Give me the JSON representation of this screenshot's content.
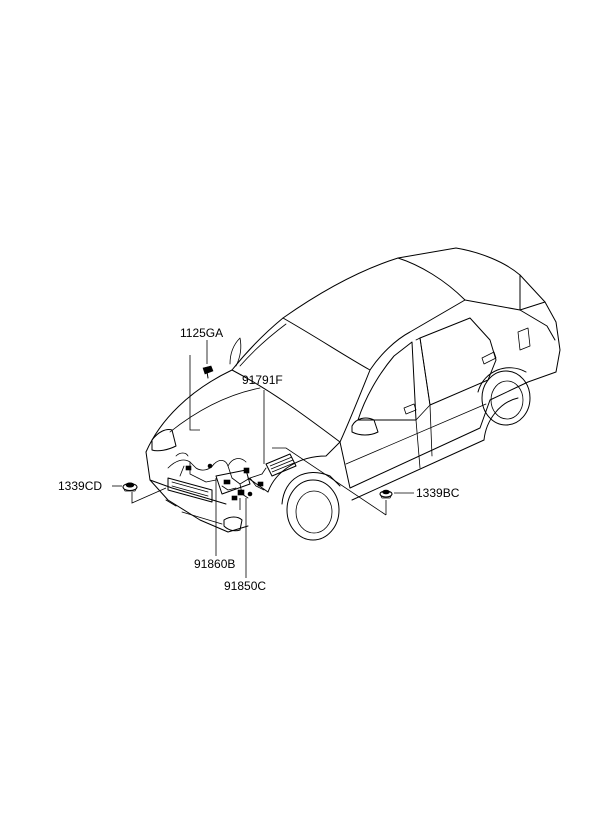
{
  "parts": {
    "bolt": "1125GA",
    "relay_box": "91791F",
    "grommet_left": "1339CD",
    "grommet_right": "1339BC",
    "harness_front": "91860B",
    "harness_lamp": "91850C"
  }
}
